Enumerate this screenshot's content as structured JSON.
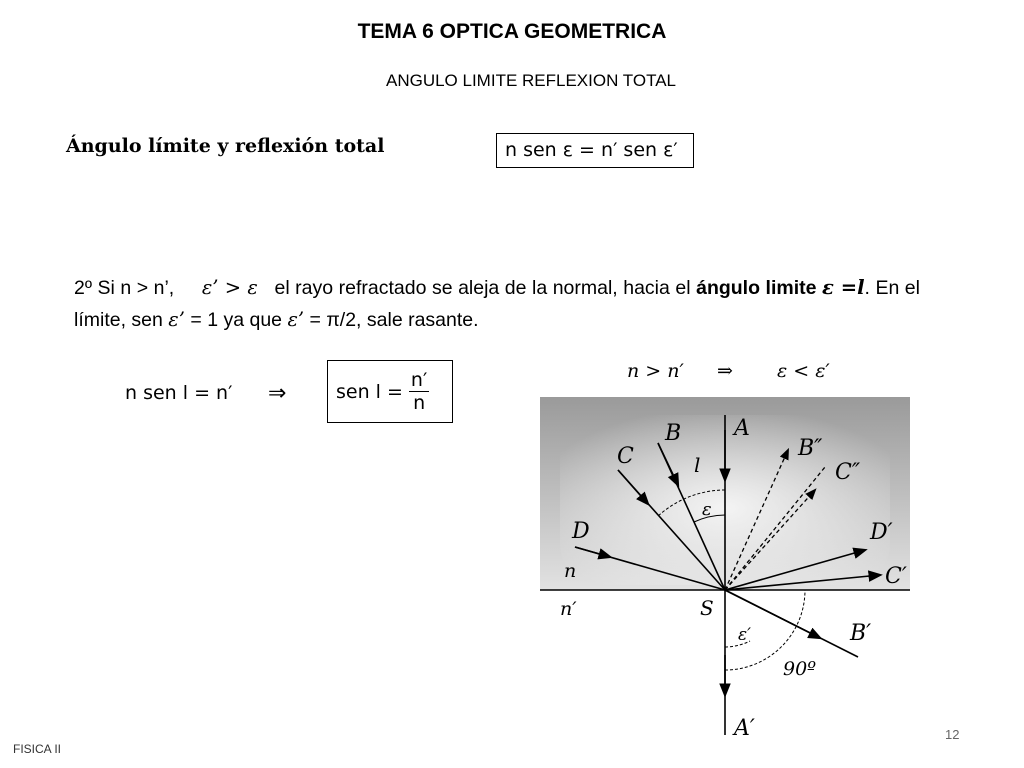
{
  "slide": {
    "title": "TEMA 6 OPTICA GEOMETRICA",
    "subtitle": "ANGULO LIMITE REFLEXION TOTAL",
    "section_heading": "Ángulo límite y reflexión total",
    "snell_formula": "n sen ε = n′ sen ε′",
    "paragraph": {
      "p1": "2º Si n > n’,",
      "p2": "ε’ > ε",
      "p3": "el rayo refractado se aleja de la normal, hacia el",
      "p4": "ángulo limite",
      "p5": "ε =l",
      "p6": ". En el límite, sen",
      "p7": "ε’",
      "p8": "= 1 ya que",
      "p9": "ε’",
      "p10": "= π/2, sale rasante."
    },
    "limit_equation": "n sen l = n′",
    "implies_symbol": "⇒",
    "sen_box": {
      "left": "sen l =",
      "numerator": "n′",
      "denominator": "n"
    },
    "page_number": "12",
    "footer": "FISICA II"
  },
  "diagram": {
    "header_left": "n > n′",
    "header_arrow": "⇒",
    "header_right": "ε < ε′",
    "labels": {
      "A": "A",
      "B": "B",
      "C": "C",
      "D": "D",
      "l": "l",
      "eps": "ε",
      "B2": "B″",
      "C2": "C″",
      "D1": "D′",
      "C1": "C′",
      "n": "n",
      "n1": "n′",
      "S": "S",
      "eps1": "ε′",
      "B1": "B′",
      "deg90": "90º",
      "A1": "A′"
    }
  }
}
